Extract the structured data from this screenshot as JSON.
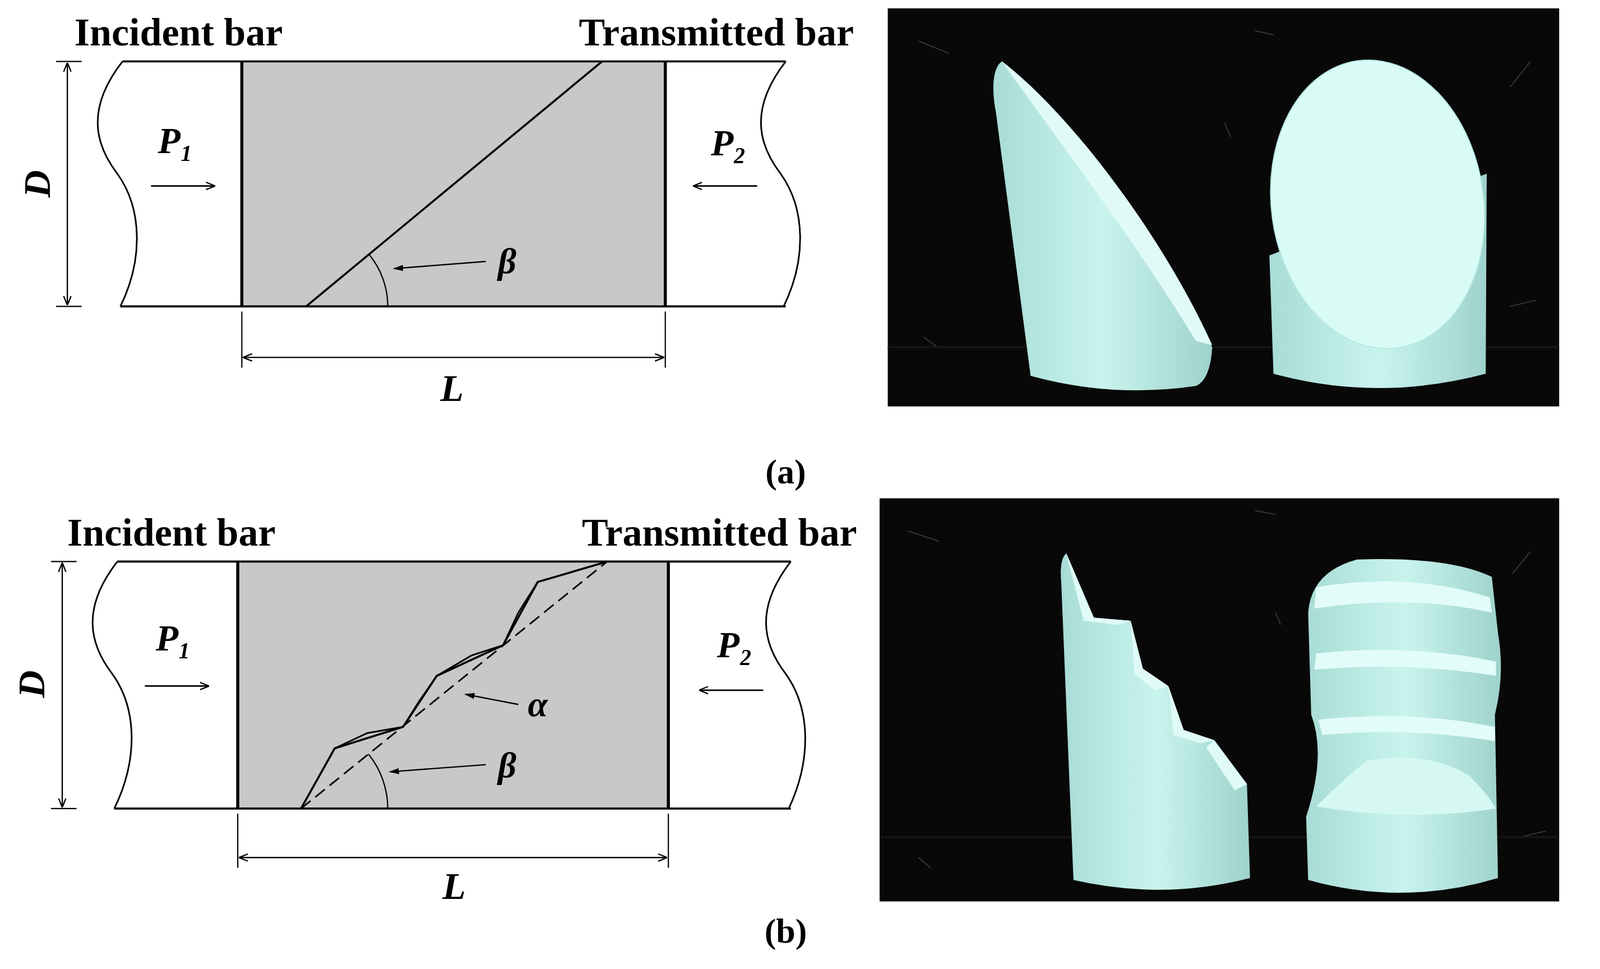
{
  "diagram": {
    "labels": [
      "Incident bar",
      "Transmitted bar",
      "D",
      "P₁",
      "P₂",
      "β",
      "L",
      "(a)",
      "Incident bar",
      "Transmitted bar",
      "D",
      "P₁",
      "P₂",
      "α",
      "β",
      "L",
      "(b)"
    ]
  }
}
